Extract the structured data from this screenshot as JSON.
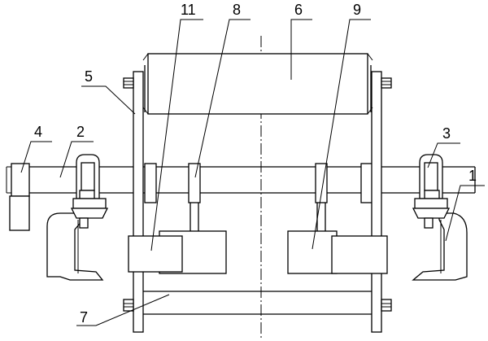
{
  "labels": {
    "l1": "1",
    "l2": "2",
    "l3": "3",
    "l4": "4",
    "l5": "5",
    "l6": "6",
    "l7": "7",
    "l8": "8",
    "l9": "9",
    "l11": "11"
  },
  "colors": {
    "line": "#000000",
    "background": "#ffffff"
  }
}
